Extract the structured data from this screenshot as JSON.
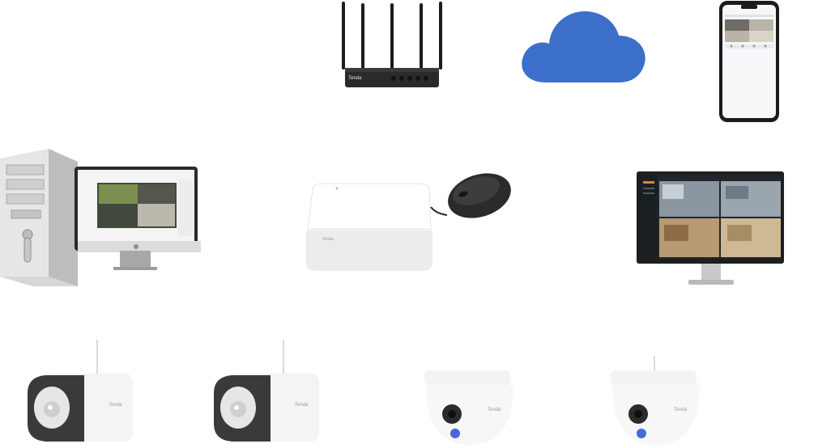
{
  "devices": {
    "router": {
      "icon": "router-icon",
      "brand": "Tenda"
    },
    "cloud": {
      "icon": "cloud-icon",
      "color": "#3b6fc9"
    },
    "phone": {
      "icon": "smartphone-icon"
    },
    "pc": {
      "icon": "desktop-computer-icon"
    },
    "nvr": {
      "icon": "nvr-recorder-icon",
      "brand": "Tenda"
    },
    "mouse": {
      "icon": "mouse-icon"
    },
    "monitor": {
      "icon": "monitor-icon"
    },
    "cameras": [
      {
        "icon": "bullet-camera-icon",
        "brand": "Tenda"
      },
      {
        "icon": "bullet-camera-icon",
        "brand": "Tenda"
      },
      {
        "icon": "dome-camera-icon",
        "brand": "Tenda"
      },
      {
        "icon": "dome-camera-icon",
        "brand": "Tenda"
      }
    ]
  }
}
